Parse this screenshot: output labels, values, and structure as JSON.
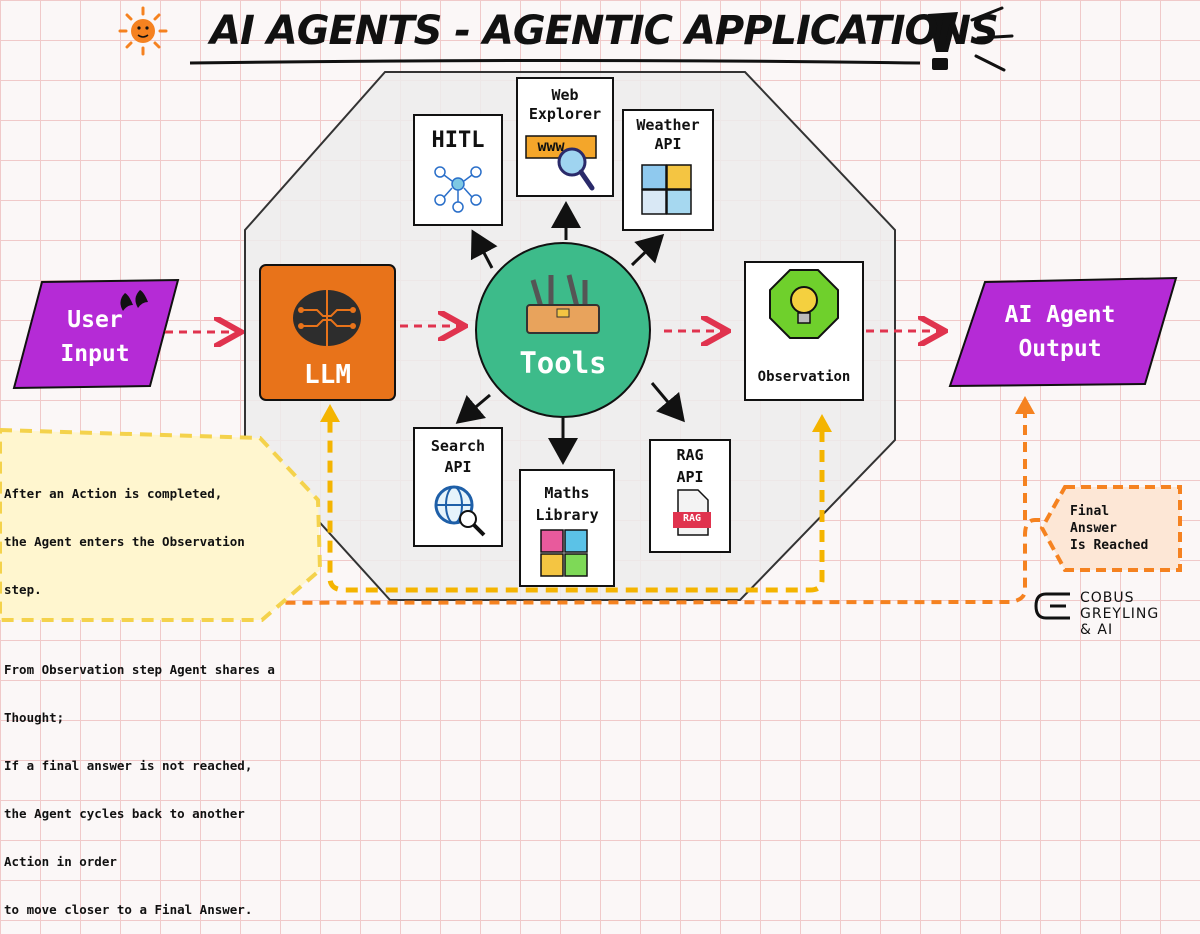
{
  "title": "AI AGENTS - AGENTIC APPLICATIONS",
  "nodes": {
    "user_input": [
      "User",
      "Input"
    ],
    "llm": "LLM",
    "tools": "Tools",
    "observation": "Observation",
    "output": [
      "AI Agent",
      "Output"
    ],
    "hitl": "HITL",
    "web_explorer": [
      "Web",
      "Explorer"
    ],
    "web_explorer_sign": "www",
    "weather_api": [
      "Weather",
      "API"
    ],
    "search_api": [
      "Search",
      "API"
    ],
    "maths_library": [
      "Maths",
      "Library"
    ],
    "rag_api": [
      "RAG",
      "API"
    ],
    "rag_file": "RAG",
    "final_answer": [
      "Final",
      "Answer",
      "Is Reached"
    ]
  },
  "note_lines": [
    "After an Action is completed,",
    "the Agent enters the Observation",
    "step.",
    "",
    "From Observation step Agent shares a",
    "Thought;",
    "If a final answer is not reached,",
    "the Agent cycles back to another",
    "Action in order",
    "to move closer to a Final Answer."
  ],
  "brand": [
    "COBUS GREYLING",
    "& AI"
  ],
  "colors": {
    "purple": "#b52bd6",
    "llm_orange": "#e8731a",
    "tools_green": "#3dbb8a",
    "obs_green": "#6fd02c",
    "loop_orange": "#f58220",
    "loop_yellow": "#f4b400",
    "arrow_red": "#e0334e"
  },
  "icons": [
    "quote-icon",
    "sun-icon",
    "exclamation-icon",
    "brain-icon",
    "toolbox-icon",
    "lightbulb-icon",
    "network-icon",
    "magnifier-icon",
    "weather-icon",
    "globe-search-icon",
    "calculator-icon",
    "file-icon",
    "brand-logo-icon"
  ]
}
